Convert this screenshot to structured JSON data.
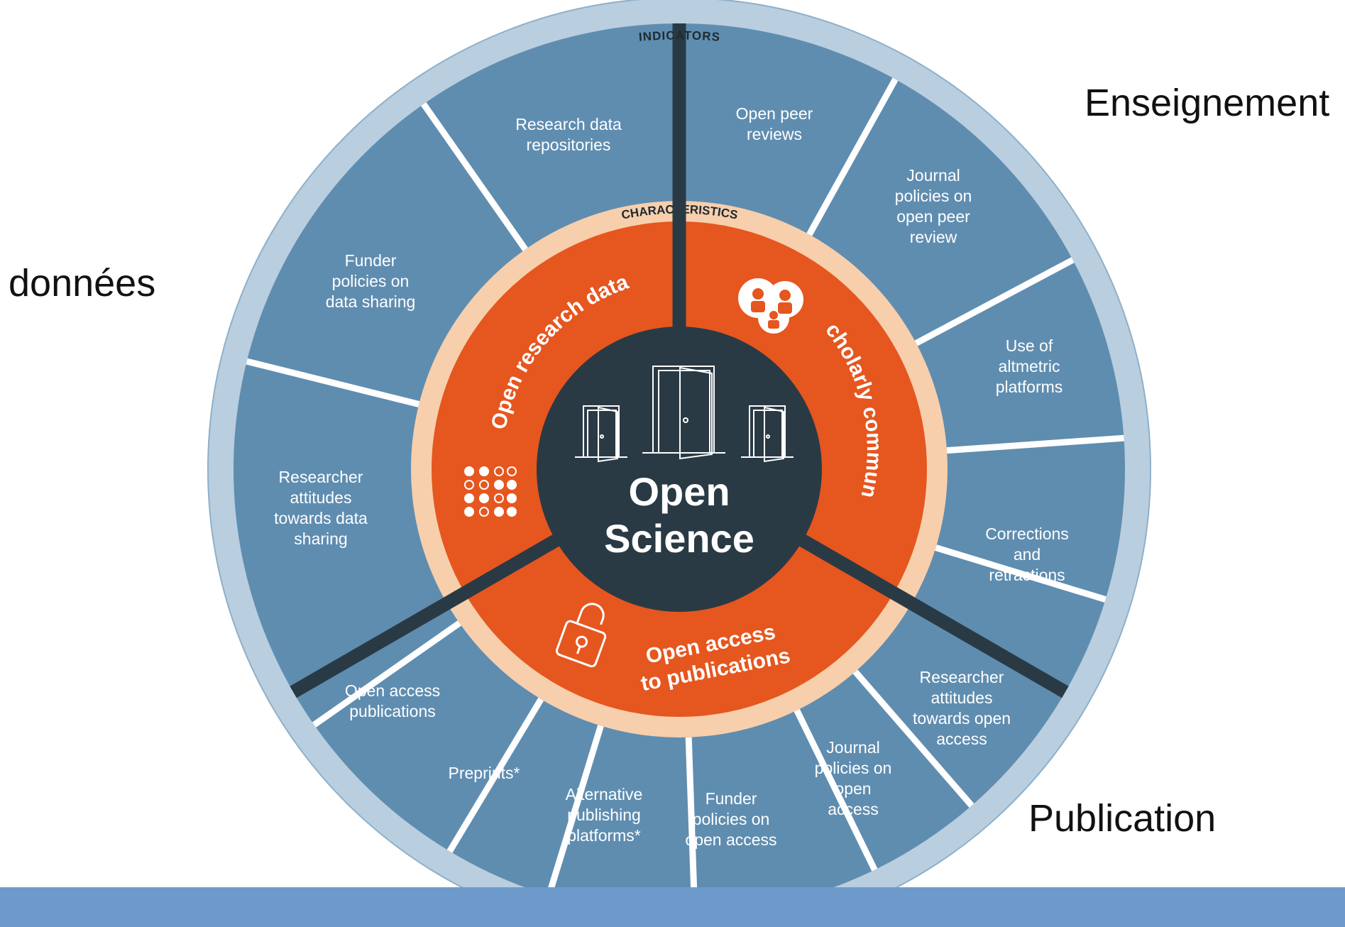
{
  "outer_ring_label": "INDICATORS",
  "inner_ring_label": "CHARACTERISTICS",
  "center": {
    "line1": "Open",
    "line2": "Science"
  },
  "characteristics": [
    {
      "id": "ord",
      "label": "Open research data",
      "icon": "data-dots-icon"
    },
    {
      "id": "osc",
      "label": "Open scholarly communication",
      "icon": "people-chat-icon"
    },
    {
      "id": "oap",
      "label_line1": "Open access",
      "label_line2": "to publications",
      "icon": "open-padlock-icon"
    }
  ],
  "indicators": [
    {
      "lines": [
        "Open peer",
        "reviews"
      ]
    },
    {
      "lines": [
        "Journal",
        "policies on",
        "open peer",
        "review"
      ]
    },
    {
      "lines": [
        "Use of",
        "altmetric",
        "platforms"
      ]
    },
    {
      "lines": [
        "Corrections",
        "and",
        "retractions"
      ]
    },
    {
      "lines": [
        "Researcher",
        "attitudes",
        "towards open",
        "access"
      ]
    },
    {
      "lines": [
        "Journal",
        "policies on",
        "open",
        "access"
      ]
    },
    {
      "lines": [
        "Funder",
        "policies on",
        "open access"
      ]
    },
    {
      "lines": [
        "Alternative",
        "publishing",
        "platforms*"
      ]
    },
    {
      "lines": [
        "Preprints*"
      ]
    },
    {
      "lines": [
        "Open access",
        "publications"
      ]
    },
    {
      "lines": [
        "Researcher",
        "attitudes",
        "towards data",
        "sharing"
      ]
    },
    {
      "lines": [
        "Funder",
        "policies on",
        "data sharing"
      ]
    },
    {
      "lines": [
        "Research data",
        "repositories"
      ]
    }
  ],
  "overlay_labels": {
    "donnees": "données",
    "enseignement": "Enseignement",
    "publication": "Publication"
  },
  "colors": {
    "outer_ring": "#b9cedf",
    "indicator_fill": "#5f8db0",
    "inner_ring": "#f7cfac",
    "characteristic_fill": "#e6561f",
    "center_fill": "#2a3a44",
    "separator": "#2a3a44",
    "bottom_bar": "#6d9acb"
  }
}
